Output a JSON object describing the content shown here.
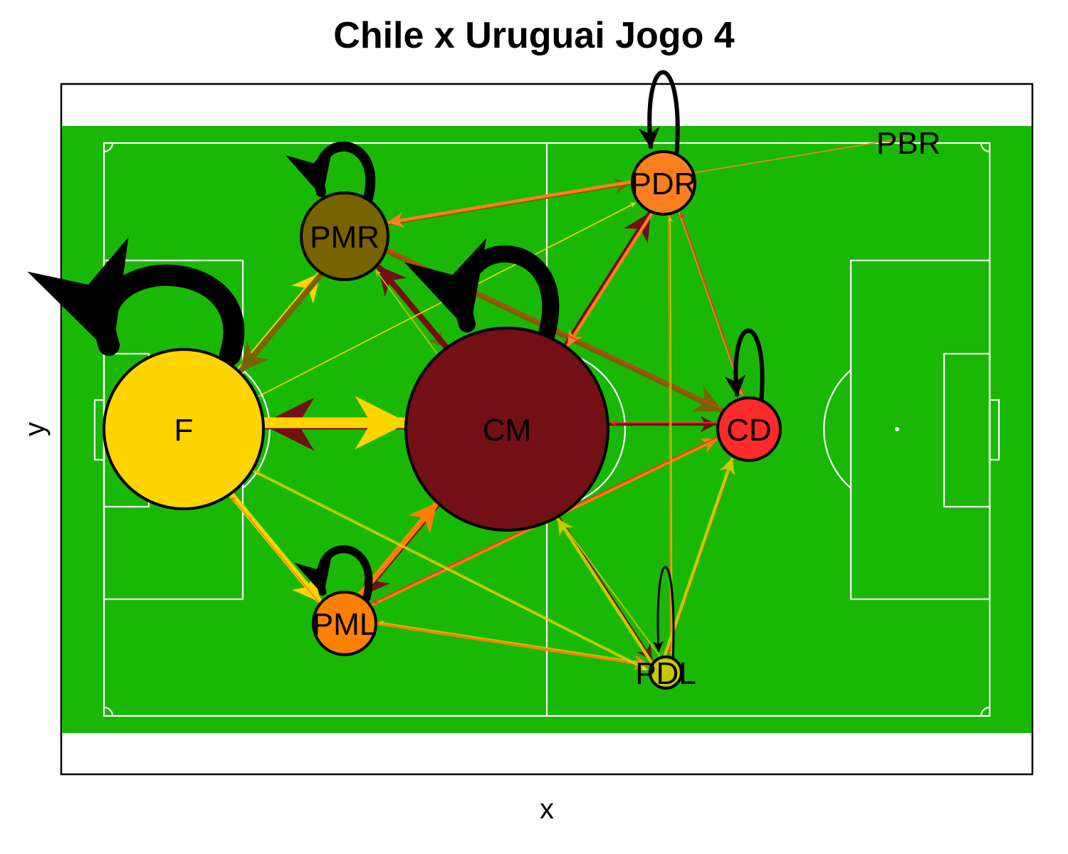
{
  "title": "Chile x Uruguai Jogo 4",
  "xlabel": "x",
  "ylabel": "y",
  "colors": {
    "pitch": "#19b805",
    "lines": "#ffffff",
    "frame": "#000000",
    "loop": "#000000"
  },
  "nodes": [
    {
      "id": "F",
      "label": "F",
      "color": "#ffd400",
      "size": "large"
    },
    {
      "id": "CM",
      "label": "CM",
      "color": "#731015",
      "size": "xlarge"
    },
    {
      "id": "PMR",
      "label": "PMR",
      "color": "#776300",
      "size": "medium"
    },
    {
      "id": "PML",
      "label": "PML",
      "color": "#fe7f05",
      "size": "small"
    },
    {
      "id": "PDR",
      "label": "PDR",
      "color": "#ff7e1f",
      "size": "small"
    },
    {
      "id": "CD",
      "label": "CD",
      "color": "#ff2a2a",
      "size": "small"
    },
    {
      "id": "PDL",
      "label": "PDL",
      "color": "#c8c800",
      "size": "tiny"
    },
    {
      "id": "PBR",
      "label": "PBR",
      "color": "none",
      "size": "none"
    }
  ],
  "self_loops": [
    {
      "node": "F",
      "weight": "heavy"
    },
    {
      "node": "CM",
      "weight": "heavy"
    },
    {
      "node": "PMR",
      "weight": "medium"
    },
    {
      "node": "PML",
      "weight": "medium"
    },
    {
      "node": "PDR",
      "weight": "light"
    },
    {
      "node": "CD",
      "weight": "light"
    },
    {
      "node": "PDL",
      "weight": "thin"
    }
  ],
  "edges": [
    {
      "from": "CM",
      "to": "F",
      "color": "#731015",
      "weight": "heavy"
    },
    {
      "from": "F",
      "to": "CM",
      "color": "#ffd400",
      "weight": "heavy"
    },
    {
      "from": "F",
      "to": "PMR",
      "color": "#ffd400",
      "weight": "medium"
    },
    {
      "from": "F",
      "to": "PML",
      "color": "#ffd400",
      "weight": "medium"
    },
    {
      "from": "PMR",
      "to": "F",
      "color": "#776300",
      "weight": "medium"
    },
    {
      "from": "PMR",
      "to": "PDR",
      "color": "#776300",
      "weight": "light"
    },
    {
      "from": "PMR",
      "to": "CD",
      "color": "#776300",
      "weight": "medium"
    },
    {
      "from": "PMR",
      "to": "CM",
      "color": "#776300",
      "weight": "light"
    },
    {
      "from": "CM",
      "to": "PMR",
      "color": "#731015",
      "weight": "medium"
    },
    {
      "from": "CM",
      "to": "PDR",
      "color": "#731015",
      "weight": "medium"
    },
    {
      "from": "CM",
      "to": "PML",
      "color": "#731015",
      "weight": "medium"
    },
    {
      "from": "CM",
      "to": "CD",
      "color": "#731015",
      "weight": "light"
    },
    {
      "from": "CM",
      "to": "PDL",
      "color": "#731015",
      "weight": "light"
    },
    {
      "from": "PML",
      "to": "CM",
      "color": "#fe7f05",
      "weight": "medium"
    },
    {
      "from": "PML",
      "to": "CD",
      "color": "#fe7f05",
      "weight": "light"
    },
    {
      "from": "PML",
      "to": "PDL",
      "color": "#fe7f05",
      "weight": "light"
    },
    {
      "from": "PML",
      "to": "F",
      "color": "#fe7f05",
      "weight": "thin"
    },
    {
      "from": "PDR",
      "to": "PMR",
      "color": "#ff7e1f",
      "weight": "light"
    },
    {
      "from": "PDR",
      "to": "CM",
      "color": "#ff7e1f",
      "weight": "light"
    },
    {
      "from": "PDR",
      "to": "PBR",
      "color": "#ff7e1f",
      "weight": "thin"
    },
    {
      "from": "PDR",
      "to": "PDL",
      "color": "#ff7e1f",
      "weight": "thin"
    },
    {
      "from": "PDR",
      "to": "CD",
      "color": "#ff7e1f",
      "weight": "thin"
    },
    {
      "from": "CD",
      "to": "CM",
      "color": "#ff2a2a",
      "weight": "thin"
    },
    {
      "from": "CD",
      "to": "PDR",
      "color": "#ff2a2a",
      "weight": "thin"
    },
    {
      "from": "CD",
      "to": "PMR",
      "color": "#ff2a2a",
      "weight": "thin"
    },
    {
      "from": "CD",
      "to": "PDL",
      "color": "#ff2a2a",
      "weight": "thin"
    },
    {
      "from": "CD",
      "to": "PML",
      "color": "#ff2a2a",
      "weight": "thin"
    },
    {
      "from": "PDL",
      "to": "CD",
      "color": "#c8c800",
      "weight": "light"
    },
    {
      "from": "PDL",
      "to": "CM",
      "color": "#c8c800",
      "weight": "light"
    },
    {
      "from": "PDL",
      "to": "PMR",
      "color": "#c8c800",
      "weight": "thin"
    },
    {
      "from": "PDL",
      "to": "PML",
      "color": "#c8c800",
      "weight": "thin"
    },
    {
      "from": "PDL",
      "to": "F",
      "color": "#c8c800",
      "weight": "thin"
    },
    {
      "from": "PDL",
      "to": "PDR",
      "color": "#c8c800",
      "weight": "thin"
    },
    {
      "from": "F",
      "to": "PDL",
      "color": "#ffd400",
      "weight": "thin"
    },
    {
      "from": "F",
      "to": "PDR",
      "color": "#ffd400",
      "weight": "thin"
    }
  ]
}
